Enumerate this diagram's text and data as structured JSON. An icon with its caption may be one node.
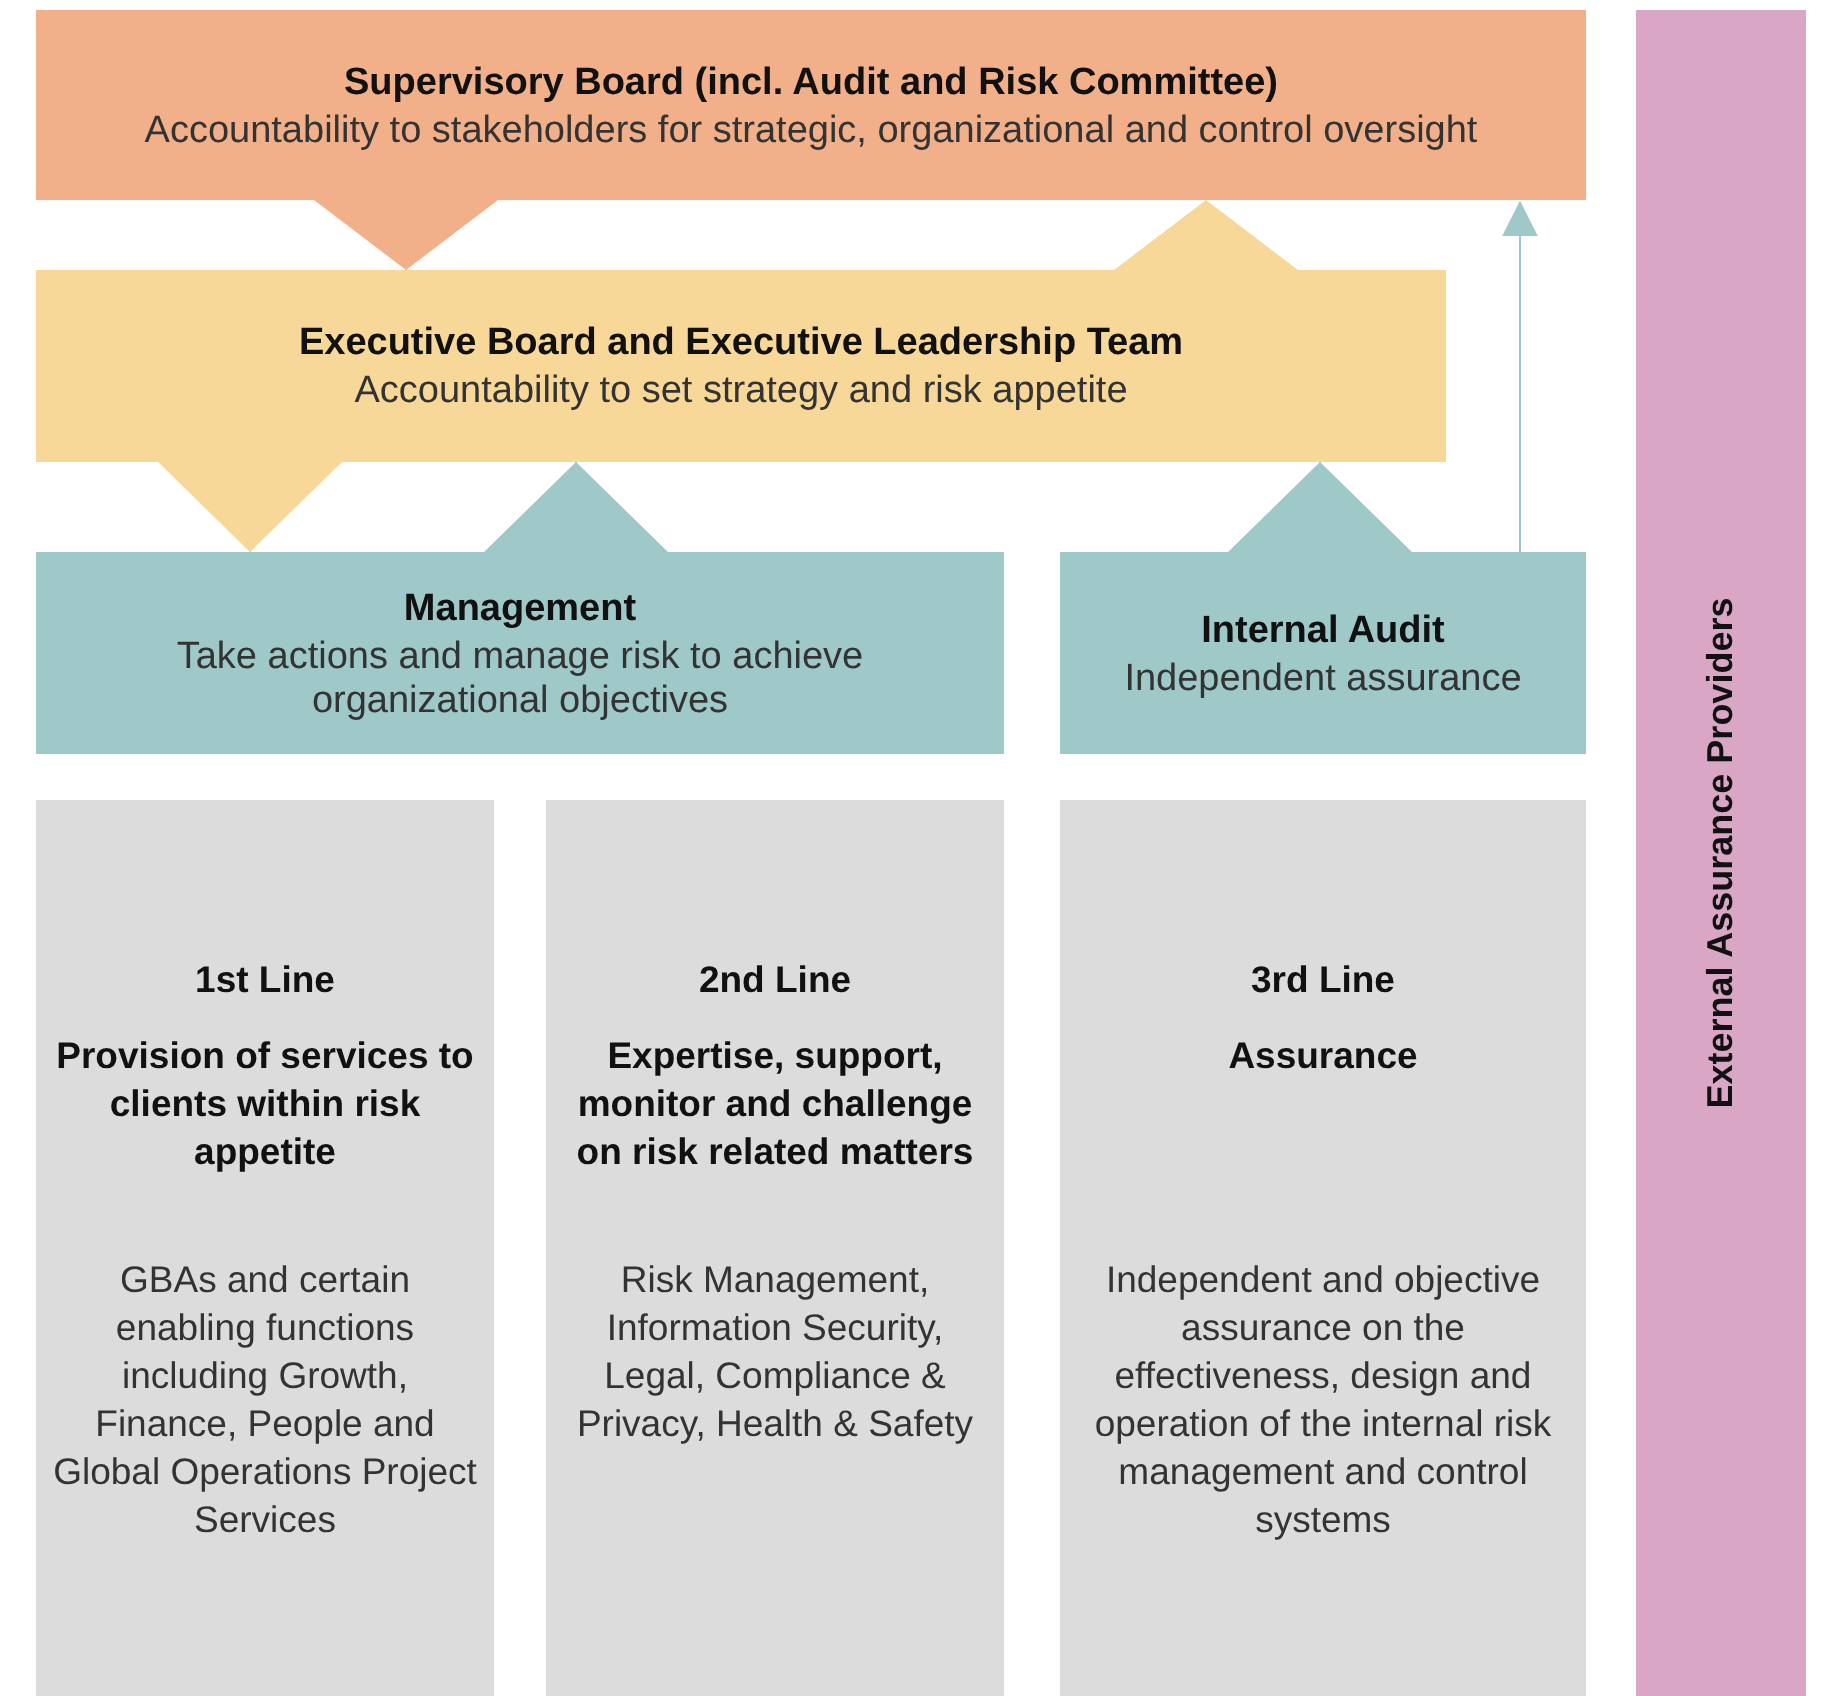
{
  "diagram": {
    "nodes": [
      {
        "text": [
          "Supervisory Board (incl. Audit and Risk Committee)",
          "Accountability to stakeholders for strategic, organizational and control oversight"
        ]
      },
      {
        "text": [
          "Executive Board and Executive Leadership Team",
          "Accountability to set strategy and risk appetite"
        ]
      },
      {
        "text": [
          "Management",
          "Take actions and manage risk to achieve organizational objectives"
        ]
      },
      {
        "text": [
          "Internal Audit",
          "Independent assurance"
        ]
      },
      {
        "text": [
          "1st Line",
          "Provision of services to clients within risk appetite",
          "GBAs and certain enabling functions including Growth, Finance, People and Global Operations Project Services"
        ]
      },
      {
        "text": [
          "2nd Line",
          "Expertise, support, monitor and challenge on risk related matters",
          "Risk Management, Information Security, Legal, Compliance & Privacy, Health & Safety"
        ]
      },
      {
        "text": [
          "3rd Line",
          "Assurance",
          "Independent and objective assurance on the effectiveness, design and operation of the internal risk management and control systems"
        ]
      },
      {
        "text": [
          "External Assurance Providers"
        ]
      }
    ],
    "edges": [
      {
        "from": 0,
        "to": 1,
        "arrow": "to"
      },
      {
        "from": 1,
        "to": 0,
        "arrow": "to"
      },
      {
        "from": 1,
        "to": 2,
        "arrow": "to"
      },
      {
        "from": 2,
        "to": 1,
        "arrow": "to"
      },
      {
        "from": 3,
        "to": 1,
        "arrow": "to"
      },
      {
        "from": 3,
        "to": 0,
        "arrow": "to"
      }
    ]
  }
}
